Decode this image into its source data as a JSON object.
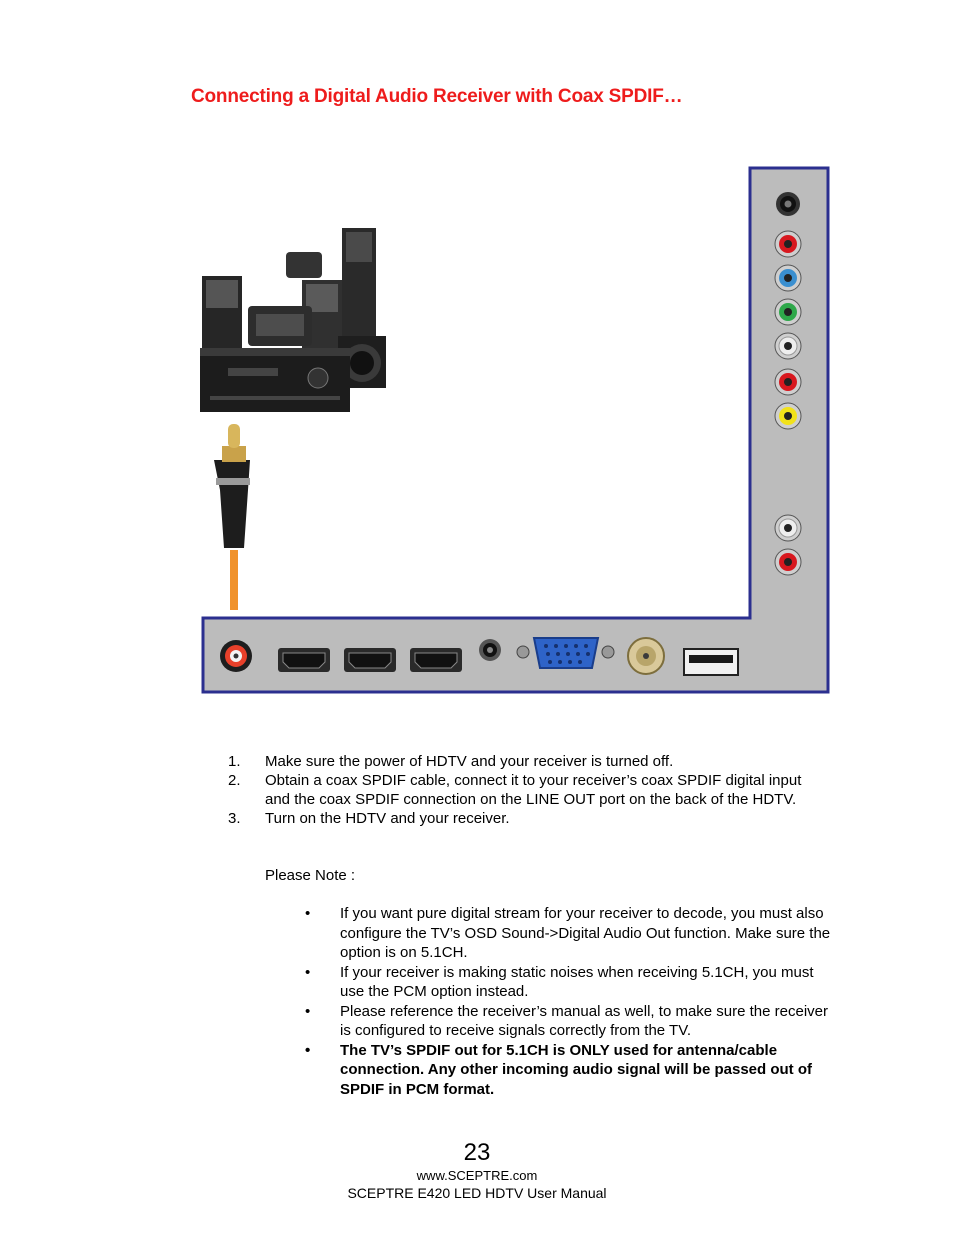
{
  "document": {
    "title": "Connecting a Digital Audio Receiver with Coax SPDIF…",
    "steps": [
      {
        "num": "1.",
        "text": "Make sure the power of HDTV and your receiver is turned off."
      },
      {
        "num": "2.",
        "text": "Obtain a coax SPDIF cable, connect it to your receiver’s coax SPDIF digital input and the coax SPDIF connection on the LINE OUT port on the back of the HDTV."
      },
      {
        "num": "3.",
        "text": "Turn on the HDTV and your receiver."
      }
    ],
    "note_label": "Please Note :",
    "bullets": [
      {
        "text": "If you want pure digital stream for your receiver to decode, you must also configure the TV’s OSD Sound->Digital Audio Out function. Make sure the option is on 5.1CH."
      },
      {
        "text": "If your receiver is making static noises when receiving 5.1CH, you must use the PCM option instead."
      },
      {
        "text": "Please reference the receiver’s manual as well, to make sure the receiver is configured to receive signals correctly from the TV."
      },
      {
        "text": "The TV’s SPDIF out for 5.1CH is ONLY used for antenna/cable connection.  Any other incoming audio signal will be passed out of SPDIF in PCM format."
      }
    ],
    "bullet_glyph": "•",
    "page_number": "23",
    "website": "www.SCEPTRE.com",
    "manual_name": "SCEPTRE E420 LED HDTV User Manual"
  },
  "colors": {
    "title": "#ee1c1c",
    "panel_fill": "#bcbcbc",
    "panel_border": "#2b2f8f",
    "cable": "#f0922c",
    "jack_red": "#d8181f",
    "jack_blue": "#3a8fd0",
    "jack_green": "#2ea84a",
    "jack_white": "#e6e6e6",
    "jack_yellow": "#f2e21a",
    "vga_blue": "#2e63c8"
  },
  "panel_side_jacks": [
    "black",
    "red",
    "blue",
    "green",
    "white",
    "red",
    "yellow",
    "white",
    "red"
  ],
  "panel_bottom_ports": [
    "spdif-coax",
    "hdmi",
    "hdmi",
    "hdmi",
    "audio-minijack",
    "vga",
    "rf-coax",
    "usb"
  ]
}
